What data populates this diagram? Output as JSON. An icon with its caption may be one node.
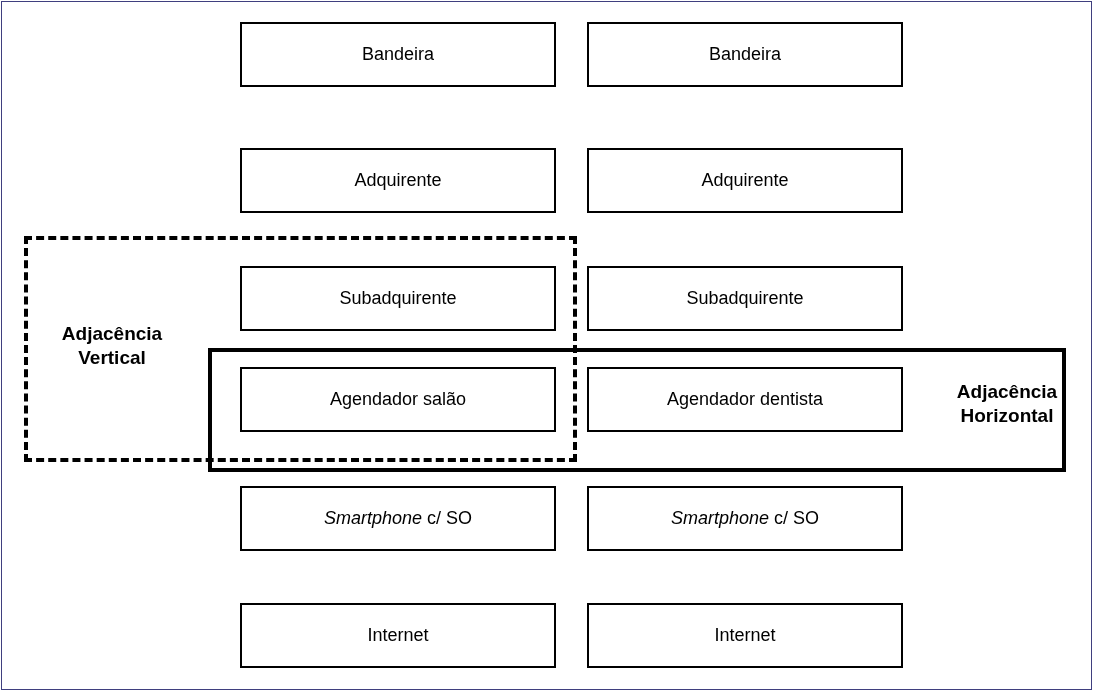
{
  "diagram": {
    "nodes": [
      {
        "text": [
          "Bandeira"
        ]
      },
      {
        "text": [
          "Bandeira"
        ]
      },
      {
        "text": [
          "Adquirente"
        ]
      },
      {
        "text": [
          "Adquirente"
        ]
      },
      {
        "text": [
          "Adjacência Vertical"
        ]
      },
      {
        "text": [
          "Subadquirente"
        ],
        "in": 4
      },
      {
        "text": [
          "Subadquirente"
        ]
      },
      {
        "text": [
          "Adjacência Horizontal"
        ]
      },
      {
        "text": [
          "Agendador salão"
        ]
      },
      {
        "text": [
          "Agendador dentista"
        ],
        "in": 7
      },
      {
        "text": [
          "*Smartphone* c/ SO"
        ]
      },
      {
        "text": [
          "*Smartphone* c/ SO"
        ]
      },
      {
        "text": [
          "Internet"
        ]
      },
      {
        "text": [
          "Internet"
        ]
      }
    ]
  }
}
